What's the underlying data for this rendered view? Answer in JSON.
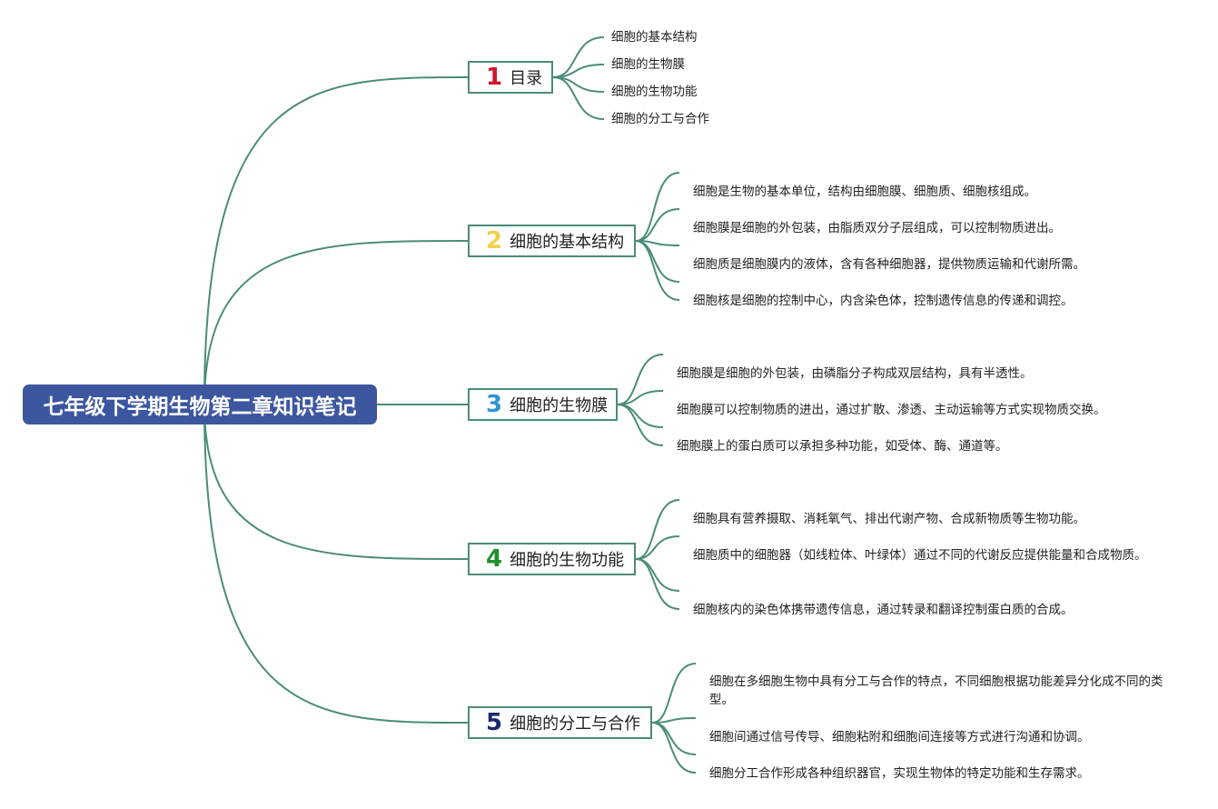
{
  "root": {
    "title": "七年级下学期生物第二章知识笔记"
  },
  "colors": {
    "root_bg": "#3c56a0",
    "line": "#4a8c79",
    "num_1": "#d0142c",
    "num_2": "#f2d04a",
    "num_3": "#2f95d6",
    "num_4": "#1e8f2a",
    "num_5": "#1b2a6b"
  },
  "branches": [
    {
      "num": "1",
      "label": "目录",
      "leaves": [
        "细胞的基本结构",
        "细胞的生物膜",
        "细胞的生物功能",
        "细胞的分工与合作"
      ]
    },
    {
      "num": "2",
      "label": "细胞的基本结构",
      "leaves": [
        "细胞是生物的基本单位，结构由细胞膜、细胞质、细胞核组成。",
        "细胞膜是细胞的外包装，由脂质双分子层组成，可以控制物质进出。",
        "细胞质是细胞膜内的液体，含有各种细胞器，提供物质运输和代谢所需。",
        "细胞核是细胞的控制中心，内含染色体，控制遗传信息的传递和调控。"
      ]
    },
    {
      "num": "3",
      "label": "细胞的生物膜",
      "leaves": [
        "细胞膜是细胞的外包装，由磷脂分子构成双层结构，具有半透性。",
        "细胞膜可以控制物质的进出，通过扩散、渗透、主动运输等方式实现物质交换。",
        "细胞膜上的蛋白质可以承担多种功能，如受体、酶、通道等。"
      ]
    },
    {
      "num": "4",
      "label": "细胞的生物功能",
      "leaves": [
        "细胞具有营养摄取、消耗氧气、排出代谢产物、合成新物质等生物功能。",
        "细胞质中的细胞器（如线粒体、叶绿体）通过不同的代谢反应提供能量和合成物质。",
        "细胞核内的染色体携带遗传信息，通过转录和翻译控制蛋白质的合成。"
      ]
    },
    {
      "num": "5",
      "label": "细胞的分工与合作",
      "leaves": [
        "细胞在多细胞生物中具有分工与合作的特点，不同细胞根据功能差异分化成不同的类型。",
        "细胞间通过信号传导、细胞粘附和细胞间连接等方式进行沟通和协调。",
        "细胞分工合作形成各种组织器官，实现生物体的特定功能和生存需求。"
      ]
    }
  ]
}
